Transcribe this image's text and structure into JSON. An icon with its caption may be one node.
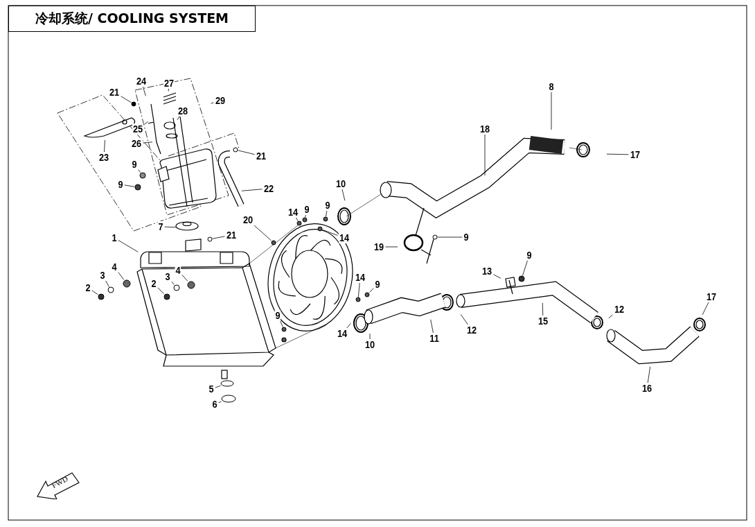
{
  "diagram": {
    "title": "冷却系统/ COOLING SYSTEM",
    "nodes": [
      {
        "text": [
          "1"
        ]
      },
      {
        "text": [
          "2"
        ]
      },
      {
        "text": [
          "3"
        ]
      },
      {
        "text": [
          "4"
        ]
      },
      {
        "text": [
          "2"
        ]
      },
      {
        "text": [
          "3"
        ]
      },
      {
        "text": [
          "4"
        ]
      },
      {
        "text": [
          "5"
        ]
      },
      {
        "text": [
          "6"
        ]
      },
      {
        "text": [
          "7"
        ]
      },
      {
        "text": [
          "21"
        ]
      },
      {
        "text": [
          "21"
        ]
      },
      {
        "text": [
          "24"
        ]
      },
      {
        "text": [
          "27"
        ]
      },
      {
        "text": [
          "28"
        ]
      },
      {
        "text": [
          "29"
        ]
      },
      {
        "text": [
          "25"
        ]
      },
      {
        "text": [
          "26"
        ]
      },
      {
        "text": [
          "23"
        ]
      },
      {
        "text": [
          "9"
        ]
      },
      {
        "text": [
          "9"
        ]
      },
      {
        "text": [
          "21"
        ]
      },
      {
        "text": [
          "22"
        ]
      },
      {
        "text": [
          "20"
        ]
      },
      {
        "text": [
          "14"
        ]
      },
      {
        "text": [
          "9"
        ]
      },
      {
        "text": [
          "9"
        ]
      },
      {
        "text": [
          "14"
        ]
      },
      {
        "text": [
          "10"
        ]
      },
      {
        "text": [
          "19"
        ]
      },
      {
        "text": [
          "9"
        ]
      },
      {
        "text": [
          "18"
        ]
      },
      {
        "text": [
          "8"
        ]
      },
      {
        "text": [
          "17"
        ]
      },
      {
        "text": [
          "13"
        ]
      },
      {
        "text": [
          "9"
        ]
      },
      {
        "text": [
          "14"
        ]
      },
      {
        "text": [
          "9"
        ]
      },
      {
        "text": [
          "9"
        ]
      },
      {
        "text": [
          "14"
        ]
      },
      {
        "text": [
          "10"
        ]
      },
      {
        "text": [
          "11"
        ]
      },
      {
        "text": [
          "12"
        ]
      },
      {
        "text": [
          "15"
        ]
      },
      {
        "text": [
          "12"
        ]
      },
      {
        "text": [
          "17"
        ]
      },
      {
        "text": [
          "16"
        ]
      },
      {
        "text": [
          "FWD"
        ]
      },
      {
        "text": [],
        "shape": "circle"
      },
      {
        "text": [],
        "shape": "circle"
      },
      {
        "text": [],
        "shape": "circle"
      },
      {
        "text": [],
        "shape": "circle"
      },
      {
        "text": [],
        "shape": "circle"
      },
      {
        "text": [],
        "shape": "circle"
      },
      {
        "text": [],
        "shape": "circle"
      },
      {
        "text": [],
        "shape": "circle"
      },
      {
        "text": [],
        "shape": "circle"
      },
      {
        "text": [],
        "shape": "circle"
      },
      {
        "text": [],
        "shape": "circle"
      },
      {
        "text": [],
        "shape": "circle"
      },
      {
        "text": [],
        "shape": "circle"
      },
      {
        "text": [],
        "shape": "circle"
      },
      {
        "text": [],
        "shape": "circle"
      },
      {
        "text": [],
        "shape": "circle"
      },
      {
        "text": [],
        "shape": "circle"
      },
      {
        "text": [],
        "shape": "circle"
      },
      {
        "text": [],
        "shape": "circle"
      },
      {
        "text": [],
        "shape": "circle"
      },
      {
        "text": [],
        "shape": "circle"
      },
      {
        "text": [],
        "shape": "circle"
      },
      {
        "text": [],
        "shape": "circle"
      }
    ],
    "edges": [
      {
        "from": 0,
        "to": null,
        "arrow": "none"
      },
      {
        "from": 1,
        "to": 48,
        "arrow": "none"
      },
      {
        "from": 2,
        "to": 49,
        "arrow": "none"
      },
      {
        "from": 3,
        "to": 50,
        "arrow": "none"
      },
      {
        "from": 4,
        "to": 51,
        "arrow": "none"
      },
      {
        "from": 5,
        "to": 52,
        "arrow": "none"
      },
      {
        "from": 6,
        "to": 53,
        "arrow": "none"
      },
      {
        "from": 7,
        "to": 54,
        "arrow": "none"
      },
      {
        "from": 8,
        "to": 55,
        "arrow": "none"
      },
      {
        "from": 9,
        "to": null,
        "arrow": "none"
      },
      {
        "from": 10,
        "to": 56,
        "arrow": "none"
      },
      {
        "from": 11,
        "to": 57,
        "arrow": "none"
      },
      {
        "from": 12,
        "to": null,
        "arrow": "none"
      },
      {
        "from": 13,
        "to": null,
        "arrow": "none"
      },
      {
        "from": 14,
        "to": null,
        "arrow": "none"
      },
      {
        "from": 15,
        "to": null,
        "arrow": "none"
      },
      {
        "from": 16,
        "to": null,
        "arrow": "none"
      },
      {
        "from": 17,
        "to": null,
        "arrow": "none"
      },
      {
        "from": 18,
        "to": null,
        "arrow": "none"
      },
      {
        "from": 19,
        "to": 58,
        "arrow": "none"
      },
      {
        "from": 20,
        "to": 59,
        "arrow": "none"
      },
      {
        "from": 21,
        "to": 60,
        "arrow": "none"
      },
      {
        "from": 22,
        "to": null,
        "arrow": "none"
      },
      {
        "from": 23,
        "to": 70,
        "arrow": "none"
      },
      {
        "from": 24,
        "to": 61,
        "arrow": "none"
      },
      {
        "from": 25,
        "to": 62,
        "arrow": "none"
      },
      {
        "from": 26,
        "to": 63,
        "arrow": "none"
      },
      {
        "from": 27,
        "to": 64,
        "arrow": "none"
      },
      {
        "from": 28,
        "to": null,
        "arrow": "none"
      },
      {
        "from": 29,
        "to": null,
        "arrow": "none"
      },
      {
        "from": 30,
        "to": 65,
        "arrow": "none"
      },
      {
        "from": 31,
        "to": null,
        "arrow": "none"
      },
      {
        "from": 32,
        "to": null,
        "arrow": "none"
      },
      {
        "from": 33,
        "to": null,
        "arrow": "none"
      },
      {
        "from": 34,
        "to": null,
        "arrow": "none"
      },
      {
        "from": 35,
        "to": 66,
        "arrow": "none"
      },
      {
        "from": 36,
        "to": 67,
        "arrow": "none"
      },
      {
        "from": 37,
        "to": 68,
        "arrow": "none"
      },
      {
        "from": 38,
        "to": 69,
        "arrow": "none"
      },
      {
        "from": 39,
        "to": null,
        "arrow": "none"
      },
      {
        "from": 40,
        "to": null,
        "arrow": "none"
      },
      {
        "from": 41,
        "to": null,
        "arrow": "none"
      },
      {
        "from": 42,
        "to": null,
        "arrow": "none"
      },
      {
        "from": 43,
        "to": null,
        "arrow": "none"
      },
      {
        "from": 44,
        "to": null,
        "arrow": "none"
      },
      {
        "from": 45,
        "to": null,
        "arrow": "none"
      },
      {
        "from": 46,
        "to": null,
        "arrow": "none"
      }
    ]
  }
}
